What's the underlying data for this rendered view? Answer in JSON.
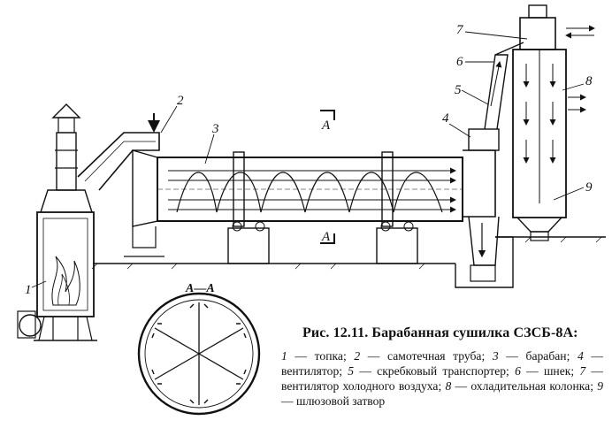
{
  "caption": {
    "title": "Рис. 12.11. Барабанная сушилка СЗСБ-8А:",
    "legend": [
      {
        "num": "1",
        "text": "топка"
      },
      {
        "num": "2",
        "text": "самотечная труба"
      },
      {
        "num": "3",
        "text": "барабан"
      },
      {
        "num": "4",
        "text": "вентилятор"
      },
      {
        "num": "5",
        "text": "скребковый транспортер"
      },
      {
        "num": "6",
        "text": "шнек"
      },
      {
        "num": "7",
        "text": "вентилятор холодного воздуха"
      },
      {
        "num": "8",
        "text": "охладительная колонка"
      },
      {
        "num": "9",
        "text": "шлюзовой затвор"
      }
    ]
  },
  "labels": {
    "n1": "1",
    "n2": "2",
    "n3": "3",
    "n4": "4",
    "n5": "5",
    "n6": "6",
    "n7": "7",
    "n8": "8",
    "n9": "9",
    "section_top": "A",
    "section_bottom": "A",
    "section_title": "A—A"
  }
}
